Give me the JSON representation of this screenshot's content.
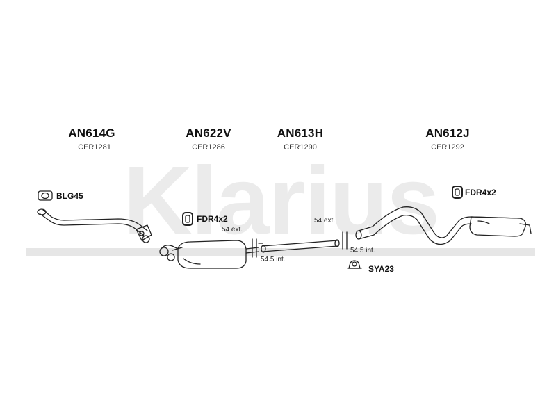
{
  "watermark": {
    "text": "Klarius"
  },
  "sections": [
    {
      "part": "AN614G",
      "cer": "CER1281"
    },
    {
      "part": "AN622V",
      "cer": "CER1286"
    },
    {
      "part": "AN613H",
      "cer": "CER1290"
    },
    {
      "part": "AN612J",
      "cer": "CER1292"
    }
  ],
  "fittings": {
    "gasket": "BLG45",
    "mount_1": "FDR4x2",
    "mount_2": "FDR4x2",
    "clamp": "SYA23"
  },
  "joints": {
    "left_ext": "54 ext.",
    "left_int": "54.5 int.",
    "right_ext": "54 ext.",
    "right_int": "54.5 int."
  }
}
